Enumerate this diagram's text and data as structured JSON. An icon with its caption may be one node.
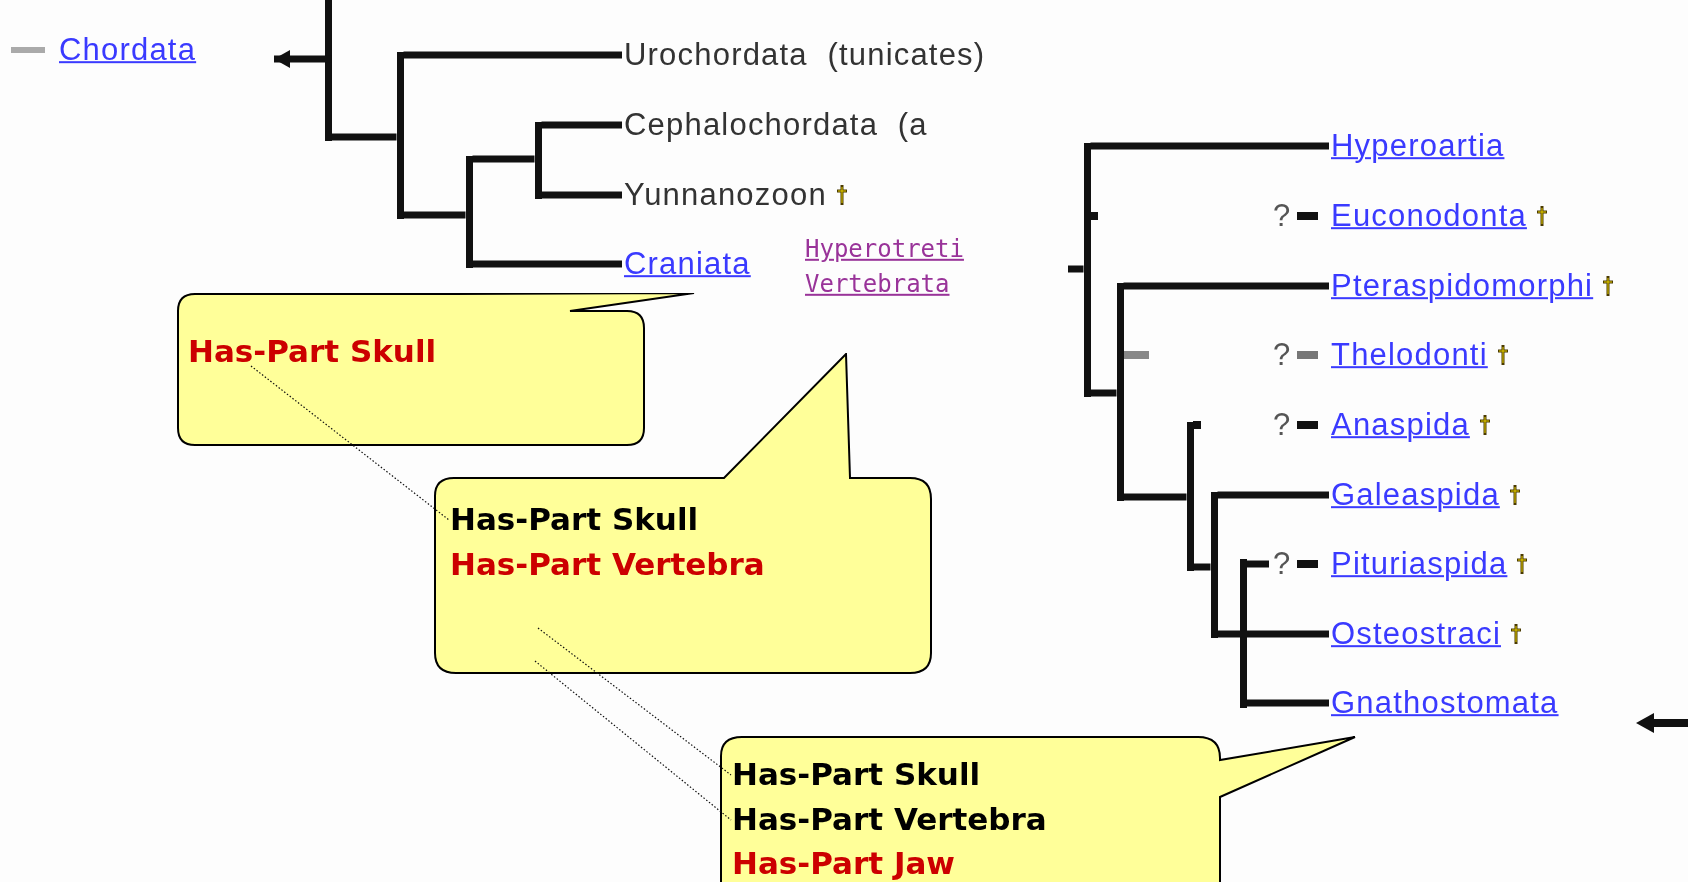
{
  "diagram": {
    "nodes": [
      {
        "text": [
          "Chordata"
        ]
      },
      {
        "text": [
          "Urochordata  (tunicates)"
        ]
      },
      {
        "text": [
          "Cephalochordata  (a"
        ]
      },
      {
        "text": [
          "Yunnanozoon"
        ]
      },
      {
        "text": [
          "Craniata"
        ]
      },
      {
        "text": [
          "Hyperoartia"
        ]
      },
      {
        "text": [
          "Euconodonta"
        ],
        "beside": [
          "?"
        ]
      },
      {
        "text": [
          "Pteraspidomorphi"
        ]
      },
      {
        "text": [
          "Thelodonti"
        ],
        "beside": [
          "?"
        ]
      },
      {
        "text": [
          "Anaspida"
        ],
        "beside": [
          "?"
        ]
      },
      {
        "text": [
          "Galeaspida"
        ]
      },
      {
        "text": [
          "Pituriaspida"
        ],
        "beside": [
          "?"
        ]
      },
      {
        "text": [
          "Osteostraci"
        ]
      },
      {
        "text": [
          "Gnathostomata"
        ]
      },
      {
        "text": [],
        "shape": "callout"
      },
      {
        "text": [
          "Has-Part Skull"
        ],
        "in": 14
      },
      {
        "text": [],
        "shape": "callout"
      },
      {
        "text": [
          "Has-Part Skull"
        ],
        "in": 16
      },
      {
        "text": [
          "Has-Part Vertebra"
        ],
        "in": 16
      },
      {
        "text": [],
        "shape": "callout"
      },
      {
        "text": [
          "Has-Part Skull"
        ],
        "in": 19
      },
      {
        "text": [
          "Has-Part Vertebra"
        ],
        "in": 19
      },
      {
        "text": [
          "Has-Part Jaw"
        ],
        "in": 19
      },
      {
        "text": [],
        "shape": "bar"
      },
      {
        "text": [],
        "shape": "bar"
      },
      {
        "text": [],
        "shape": "bar"
      },
      {
        "text": [],
        "shape": "bar"
      },
      {
        "text": [],
        "shape": "bar"
      },
      {
        "text": [],
        "shape": "bar"
      },
      {
        "text": [],
        "shape": "bar"
      },
      {
        "text": [],
        "shape": "bar"
      },
      {
        "text": [],
        "shape": "bar"
      }
    ],
    "edges": [
      {
        "from": 15,
        "to": 17,
        "arrow": "none",
        "style": "dashed"
      },
      {
        "from": 16,
        "to": 20,
        "arrow": "none",
        "style": "dashed"
      },
      {
        "from": 16,
        "to": 21,
        "arrow": "none",
        "style": "dashed"
      },
      {
        "from": 23,
        "to": null,
        "arrow": "to"
      },
      {
        "from": 23,
        "to": 24,
        "arrow": "none"
      },
      {
        "from": 24,
        "to": 1,
        "arrow": "none"
      },
      {
        "from": 24,
        "to": 25,
        "arrow": "none"
      },
      {
        "from": 25,
        "to": 26,
        "arrow": "none"
      },
      {
        "from": 25,
        "to": 4,
        "arrow": "none"
      },
      {
        "from": 26,
        "to": 2,
        "arrow": "none"
      },
      {
        "from": 26,
        "to": 3,
        "arrow": "none"
      },
      {
        "from": null,
        "to": 27,
        "arrow": "none"
      },
      {
        "from": 27,
        "to": 5,
        "arrow": "none"
      },
      {
        "from": 27,
        "to": 28,
        "arrow": "none"
      },
      {
        "from": 28,
        "to": 7,
        "arrow": "none"
      },
      {
        "from": 28,
        "to": 29,
        "arrow": "none"
      },
      {
        "from": 29,
        "to": 30,
        "arrow": "none"
      },
      {
        "from": 30,
        "to": 10,
        "arrow": "none"
      },
      {
        "from": 30,
        "to": 12,
        "arrow": "none"
      },
      {
        "from": 31,
        "to": 11,
        "arrow": "none"
      },
      {
        "from": 31,
        "to": 13,
        "arrow": "none"
      }
    ],
    "labels": [
      "Hyperotreti",
      "Vertebrata"
    ]
  }
}
